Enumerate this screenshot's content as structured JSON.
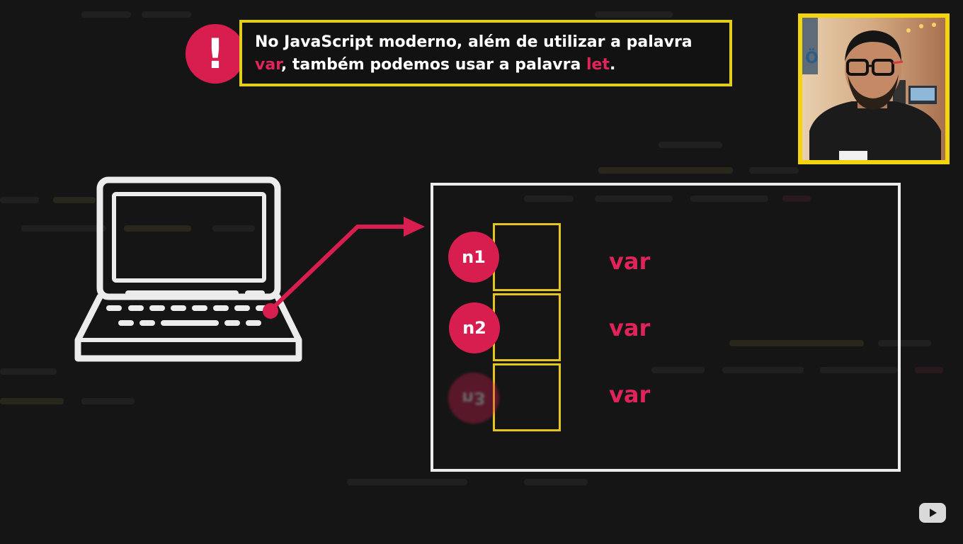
{
  "callout": {
    "badge": "!",
    "line1": "No JavaScript moderno, além de utilizar a palavra",
    "keyword_var": "var",
    "middle": ", também podemos usar a palavra ",
    "keyword_let": "let",
    "end": "."
  },
  "memory": {
    "slots": [
      {
        "label": "n1",
        "type": "var"
      },
      {
        "label": "n2",
        "type": "var"
      },
      {
        "label": "n3",
        "type": "var"
      }
    ]
  },
  "colors": {
    "accent_red": "#d81e4f",
    "accent_yellow": "#e3cf1b",
    "background": "#151515",
    "outline": "#ececec"
  },
  "icons": {
    "warning": "exclamation-icon",
    "computer": "laptop-icon",
    "arrow": "arrow-right-icon",
    "player": "youtube-play-icon"
  }
}
